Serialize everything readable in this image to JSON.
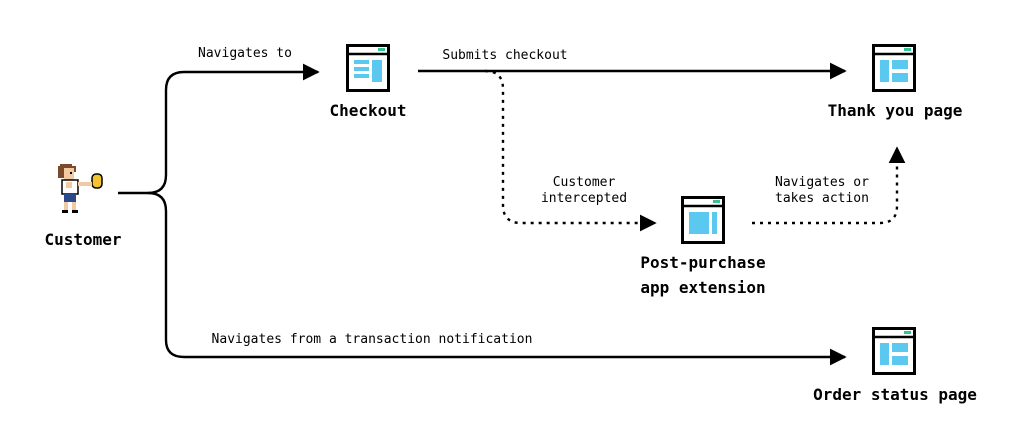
{
  "nodes": {
    "customer": {
      "label": "Customer"
    },
    "checkout": {
      "label": "Checkout"
    },
    "thank_you": {
      "label": "Thank you page"
    },
    "post_purchase": {
      "label_line1": "Post-purchase",
      "label_line2": "app extension"
    },
    "order_status": {
      "label": "Order status page"
    }
  },
  "edges": {
    "navigates_to": "Navigates to",
    "submits_checkout": "Submits checkout",
    "customer_intercepted_1": "Customer",
    "customer_intercepted_2": "intercepted",
    "navigates_or_1": "Navigates or",
    "navigates_or_2": "takes action",
    "from_notification": "Navigates from a transaction notification"
  },
  "colors": {
    "accent_blue": "#5bc8ef",
    "accent_green": "#33c491",
    "line": "#000000"
  }
}
